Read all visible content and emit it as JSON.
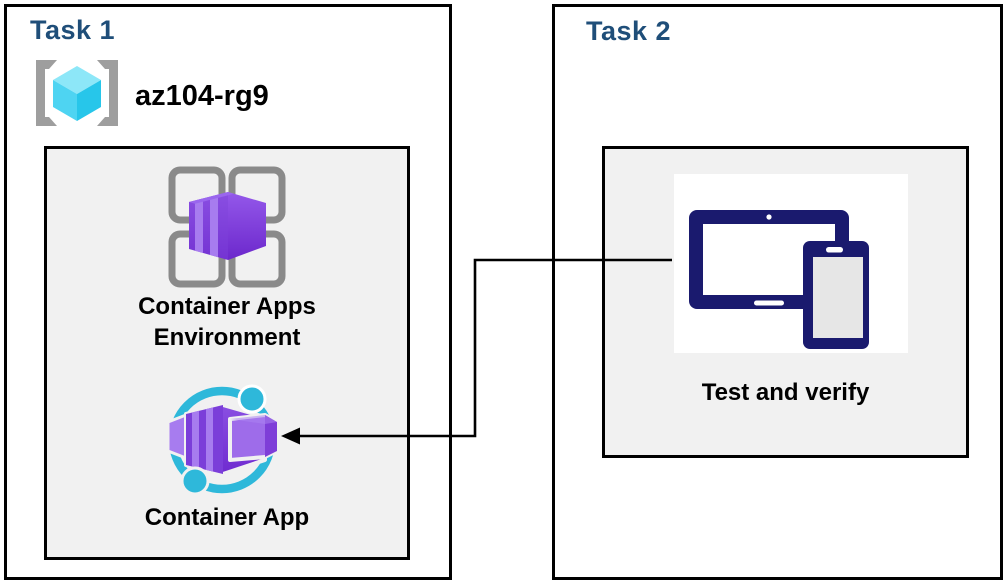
{
  "diagram": {
    "task1": {
      "title": "Task 1",
      "resource_group": "az104-rg9",
      "nodes": {
        "environment": "Container Apps Environment",
        "app": "Container App"
      }
    },
    "task2": {
      "title": "Task 2",
      "nodes": {
        "test": "Test and verify"
      }
    },
    "connector": {
      "from": "Test and verify",
      "to": "Container App",
      "style": "elbow-arrow-left"
    },
    "icons": {
      "resource_group": "azure-resource-group-icon",
      "environment": "container-apps-environment-icon",
      "app": "container-app-icon",
      "devices": "tablet-and-phone-icon",
      "arrow": "left-arrowhead"
    },
    "colors": {
      "heading_blue": "#1F4E79",
      "box_border": "#000000",
      "panel_bg": "#F1F1F1",
      "teal_ring": "#2EB8DA",
      "purple_front": "#7C3FD9",
      "purple_stripe": "#A77CEF",
      "purple_cube": "#9E6CEA",
      "navy_device": "#1A1A6E",
      "cube_cyan_top": "#8DE7F8",
      "cube_cyan_left": "#4ED4F2",
      "cube_cyan_right": "#27C6EA",
      "icon_gray": "#8A8A8A",
      "bracket_gray": "#9E9E9E"
    }
  }
}
